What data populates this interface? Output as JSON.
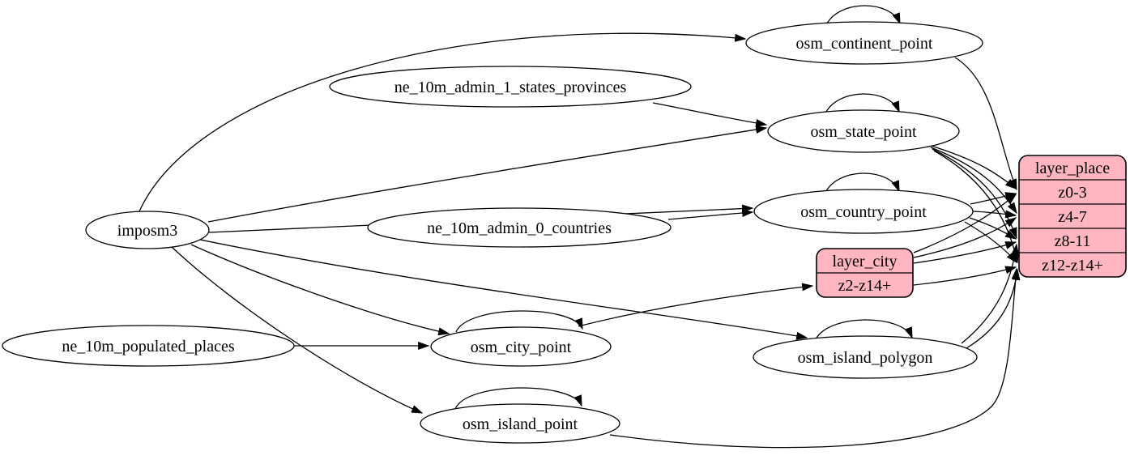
{
  "diagram": {
    "background_color": "#ffffff",
    "edge_color": "#000000",
    "ellipse_fill": "#ffffff",
    "table_fill": "#ffb6c1",
    "nodes": [
      {
        "id": "imposm3",
        "label": "imposm3",
        "shape": "ellipse"
      },
      {
        "id": "ne_10m_admin_1_states_provinces",
        "label": "ne_10m_admin_1_states_provinces",
        "shape": "ellipse"
      },
      {
        "id": "ne_10m_admin_0_countries",
        "label": "ne_10m_admin_0_countries",
        "shape": "ellipse"
      },
      {
        "id": "ne_10m_populated_places",
        "label": "ne_10m_populated_places",
        "shape": "ellipse"
      },
      {
        "id": "osm_continent_point",
        "label": "osm_continent_point",
        "shape": "ellipse"
      },
      {
        "id": "osm_state_point",
        "label": "osm_state_point",
        "shape": "ellipse"
      },
      {
        "id": "osm_country_point",
        "label": "osm_country_point",
        "shape": "ellipse"
      },
      {
        "id": "osm_city_point",
        "label": "osm_city_point",
        "shape": "ellipse"
      },
      {
        "id": "osm_island_polygon",
        "label": "osm_island_polygon",
        "shape": "ellipse"
      },
      {
        "id": "osm_island_point",
        "label": "osm_island_point",
        "shape": "ellipse"
      },
      {
        "id": "layer_city",
        "label": "layer_city",
        "shape": "table",
        "rows": [
          "z2-z14+"
        ]
      },
      {
        "id": "layer_place",
        "label": "layer_place",
        "shape": "table",
        "rows": [
          "z0-3",
          "z4-7",
          "z8-11",
          "z12-z14+"
        ]
      }
    ],
    "edges": [
      {
        "from": "imposm3",
        "to": "osm_continent_point"
      },
      {
        "from": "imposm3",
        "to": "osm_state_point"
      },
      {
        "from": "imposm3",
        "to": "osm_country_point"
      },
      {
        "from": "imposm3",
        "to": "osm_city_point"
      },
      {
        "from": "imposm3",
        "to": "osm_island_polygon"
      },
      {
        "from": "imposm3",
        "to": "osm_island_point"
      },
      {
        "from": "ne_10m_admin_1_states_provinces",
        "to": "osm_state_point"
      },
      {
        "from": "ne_10m_admin_0_countries",
        "to": "osm_country_point"
      },
      {
        "from": "ne_10m_populated_places",
        "to": "osm_city_point"
      },
      {
        "from": "osm_continent_point",
        "to": "osm_continent_point",
        "self_loop": true
      },
      {
        "from": "osm_state_point",
        "to": "osm_state_point",
        "self_loop": true
      },
      {
        "from": "osm_country_point",
        "to": "osm_country_point",
        "self_loop": true
      },
      {
        "from": "osm_city_point",
        "to": "osm_city_point",
        "self_loop": true
      },
      {
        "from": "osm_island_polygon",
        "to": "osm_island_polygon",
        "self_loop": true
      },
      {
        "from": "osm_island_point",
        "to": "osm_island_point",
        "self_loop": true
      },
      {
        "from": "osm_continent_point",
        "to": "layer_place",
        "to_row": "z0-3"
      },
      {
        "from": "osm_state_point",
        "to": "layer_place",
        "to_row": "z0-3"
      },
      {
        "from": "osm_state_point",
        "to": "layer_place",
        "to_row": "z4-7"
      },
      {
        "from": "osm_state_point",
        "to": "layer_place",
        "to_row": "z8-11"
      },
      {
        "from": "osm_state_point",
        "to": "layer_place",
        "to_row": "z12-z14+"
      },
      {
        "from": "osm_country_point",
        "to": "layer_place",
        "to_row": "z0-3"
      },
      {
        "from": "osm_country_point",
        "to": "layer_place",
        "to_row": "z4-7"
      },
      {
        "from": "osm_country_point",
        "to": "layer_place",
        "to_row": "z8-11"
      },
      {
        "from": "osm_country_point",
        "to": "layer_place",
        "to_row": "z12-z14+"
      },
      {
        "from": "osm_city_point",
        "to": "layer_city",
        "to_row": "z2-z14+"
      },
      {
        "from": "layer_city",
        "to": "layer_place",
        "to_row": "z0-3"
      },
      {
        "from": "layer_city",
        "to": "layer_place",
        "to_row": "z4-7"
      },
      {
        "from": "layer_city",
        "to": "layer_place",
        "to_row": "z8-11"
      },
      {
        "from": "layer_city",
        "to": "layer_place",
        "to_row": "z12-z14+"
      },
      {
        "from": "osm_island_polygon",
        "to": "layer_place",
        "to_row": "z8-11"
      },
      {
        "from": "osm_island_polygon",
        "to": "layer_place",
        "to_row": "z12-z14+"
      },
      {
        "from": "osm_island_point",
        "to": "layer_place",
        "to_row": "z12-z14+"
      }
    ]
  }
}
